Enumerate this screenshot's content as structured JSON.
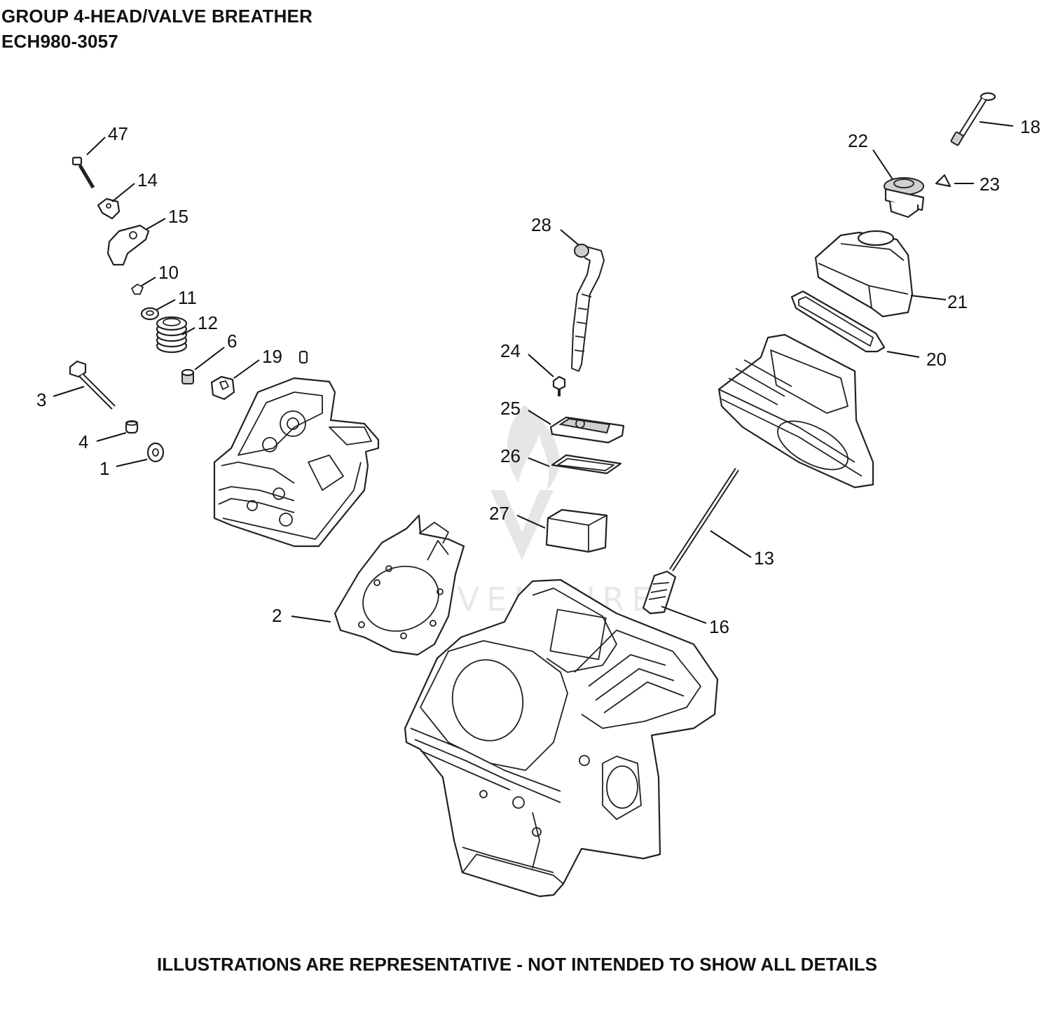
{
  "header": {
    "title": "GROUP 4-HEAD/VALVE BREATHER",
    "model": "ECH980-3057"
  },
  "footer": {
    "note": "ILLUSTRATIONS ARE REPRESENTATIVE - NOT INTENDED TO SHOW ALL DETAILS"
  },
  "watermark": {
    "text": "LEADVENTURE"
  },
  "callouts": [
    {
      "label": "47"
    },
    {
      "label": "14"
    },
    {
      "label": "15"
    },
    {
      "label": "10"
    },
    {
      "label": "11"
    },
    {
      "label": "12"
    },
    {
      "label": "6"
    },
    {
      "label": "19"
    },
    {
      "label": "3"
    },
    {
      "label": "4"
    },
    {
      "label": "1"
    },
    {
      "label": "2"
    },
    {
      "label": "28"
    },
    {
      "label": "24"
    },
    {
      "label": "25"
    },
    {
      "label": "26"
    },
    {
      "label": "27"
    },
    {
      "label": "22"
    },
    {
      "label": "18"
    },
    {
      "label": "23"
    },
    {
      "label": "21"
    },
    {
      "label": "20"
    },
    {
      "label": "13"
    },
    {
      "label": "16"
    }
  ]
}
